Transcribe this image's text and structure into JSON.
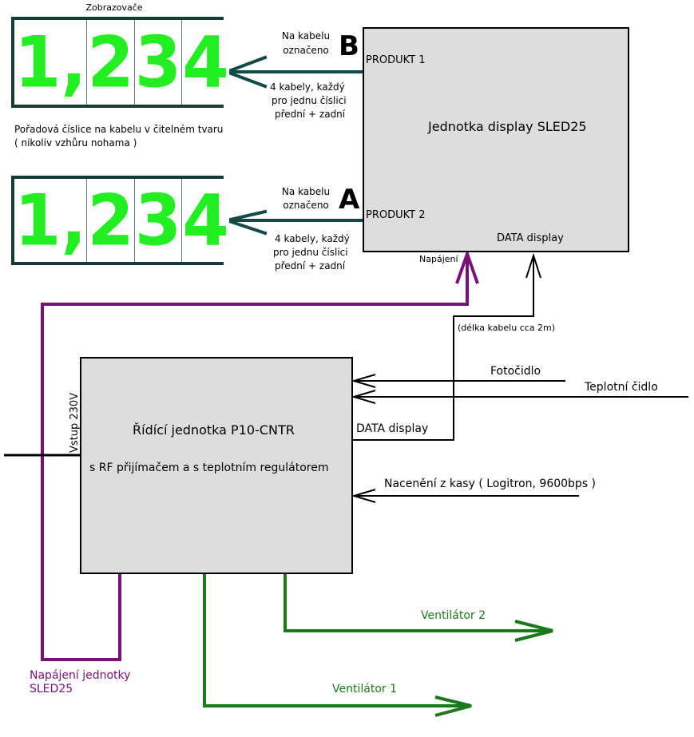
{
  "colors": {
    "digit": "#22ee22",
    "display_frame": "#143c34",
    "box_fill": "#dddddd",
    "arrow_teal": "#124a46",
    "power_purple": "#7a117a",
    "fan_green": "#1a7a1a",
    "wire_black": "#000000"
  },
  "displays": {
    "title": "Zobrazovače",
    "top_digits": [
      "1,",
      "2",
      "3",
      "4"
    ],
    "bottom_digits": [
      "1,",
      "2",
      "3",
      "4"
    ]
  },
  "order_note": {
    "line1": "Pořadová číslice na kabelu v čitelném tvaru",
    "line2": "( nikoliv vzhůru nohama )"
  },
  "cable_b": {
    "label_line1": "Na kabelu",
    "label_line2": "označeno",
    "letter": "B",
    "info_line1": "4 kabely, každý",
    "info_line2": "pro jednu číslici",
    "info_line3": "přední + zadní"
  },
  "cable_a": {
    "label_line1": "Na kabelu",
    "label_line2": "označeno",
    "letter": "A",
    "info_line1": "4 kabely, každý",
    "info_line2": "pro jednu číslici",
    "info_line3": "přední + zadní"
  },
  "display_unit": {
    "title": "Jednotka display SLED25",
    "port_product1": "PRODUKT 1",
    "port_product2": "PRODUKT 2",
    "port_data": "DATA display",
    "power_label": "Napájení"
  },
  "cable_length_note": "(délka kabelu cca 2m)",
  "control_unit": {
    "title": "Řídící jednotka P10-CNTR",
    "subtitle": "s RF přijímačem a s teplotním regulátorem",
    "input_label": "Vstup 230V",
    "data_label": "DATA display"
  },
  "sensors": {
    "photo": "Fotočidlo",
    "temperature": "Teplotní čidlo",
    "pricing": "Nacenění z kasy ( Logitron, 9600bps )"
  },
  "fans": {
    "fan1": "Ventilátor 1",
    "fan2": "Ventilátor 2"
  },
  "power_note": {
    "line1": "Napájení jednotky",
    "line2": "SLED25"
  }
}
